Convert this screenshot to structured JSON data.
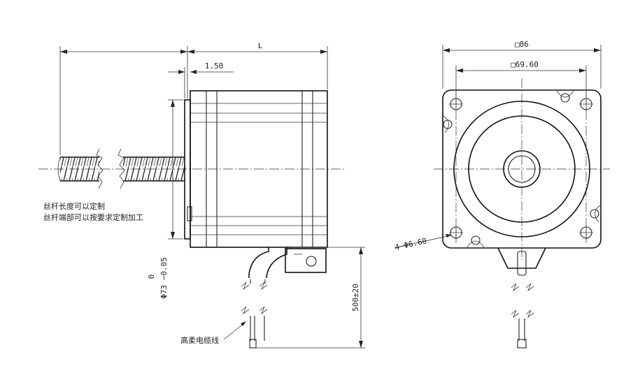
{
  "side_view": {
    "dim_length": "L",
    "dim_flange": "1.50",
    "dim_pilot_tol": "0",
    "dim_pilot": "Φ73 −0.05",
    "dim_cable_length": "500±20",
    "note_screw_line1": "丝杆长度可以定制",
    "note_screw_line2": "丝杆端部可以按要求定制加工",
    "label_cable": "高柔电缆线"
  },
  "front_view": {
    "dim_frame": "□86",
    "dim_hole_spacing": "□69.60",
    "dim_holes": "4−Φ6.60"
  }
}
